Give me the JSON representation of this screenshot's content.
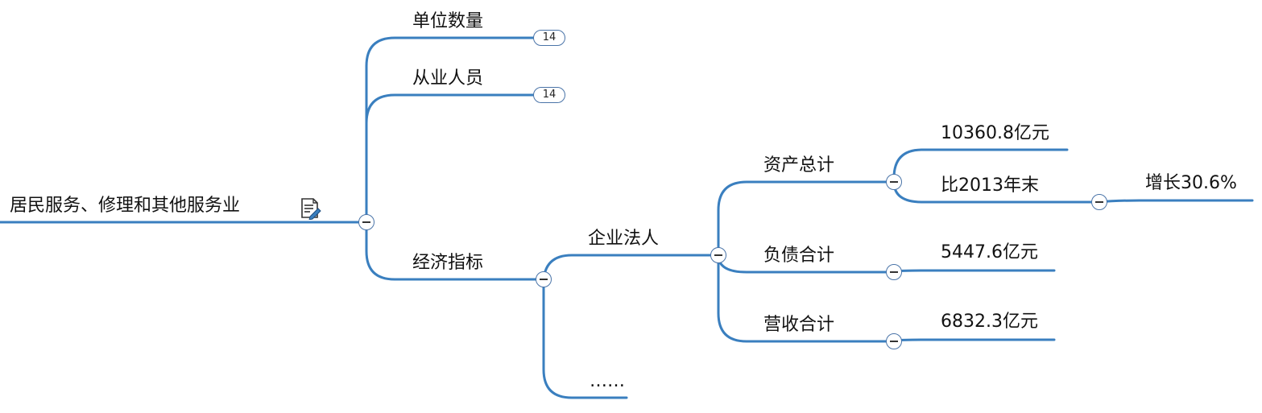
{
  "mindmap": {
    "root": {
      "label": "居民服务、修理和其他服务业",
      "note_icon": "note-icon"
    },
    "branches": {
      "unit_count": {
        "label": "单位数量",
        "collapsed_count": "14"
      },
      "employees": {
        "label": "从业人员",
        "collapsed_count": "14"
      },
      "economic_indicators": {
        "label": "经济指标",
        "children": {
          "enterprise_legal": {
            "label": "企业法人",
            "children": {
              "total_assets": {
                "label": "资产总计",
                "children": {
                  "value": "10360.8亿元",
                  "compare": "比2013年末",
                  "growth": "增长30.6%"
                }
              },
              "total_liabilities": {
                "label": "负债合计",
                "value": "5447.6亿元"
              },
              "total_revenue": {
                "label": "营收合计",
                "value": "6832.3亿元"
              }
            }
          },
          "more": {
            "label": "……"
          }
        }
      }
    },
    "colors": {
      "edge": "#3a7fbf",
      "toggle_border": "#4a74a8",
      "text": "#111111"
    }
  }
}
